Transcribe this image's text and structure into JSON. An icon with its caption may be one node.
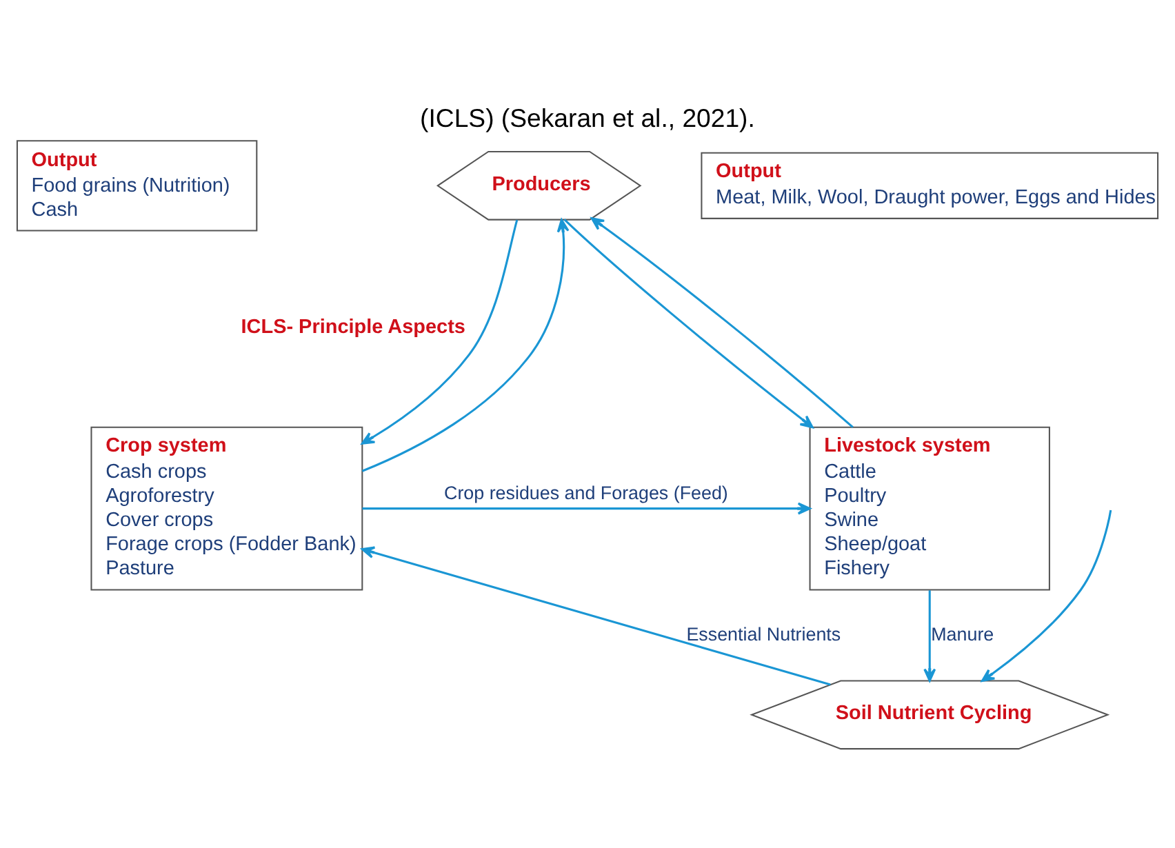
{
  "diagram": {
    "caption": "(ICLS) (Sekaran et al., 2021).",
    "nodes": [
      {
        "text": [
          "Output",
          "Food grains (Nutrition)",
          "Cash"
        ]
      },
      {
        "text": [
          "Producers"
        ]
      },
      {
        "text": [
          "Output",
          "Meat, Milk, Wool, Draught power, Eggs and Hides"
        ]
      },
      {
        "text": [
          "Crop system",
          "Cash crops",
          "Agroforestry",
          "Cover crops",
          "Forage crops (Fodder Bank)",
          "Pasture"
        ]
      },
      {
        "text": [
          "Livestock system",
          "Cattle",
          "Poultry",
          "Swine",
          "Sheep/goat",
          "Fishery"
        ]
      },
      {
        "text": [
          "Soil Nutrient Cycling"
        ]
      }
    ],
    "edges": [
      {
        "from": 3,
        "to": 1,
        "arrow": "to"
      },
      {
        "from": 1,
        "to": 3,
        "arrow": "to"
      },
      {
        "from": 4,
        "to": 1,
        "arrow": "to"
      },
      {
        "from": 1,
        "to": 4,
        "arrow": "to"
      },
      {
        "from": 3,
        "to": 4,
        "arrow": "to",
        "label": "Crop residues and Forages (Feed)"
      },
      {
        "from": null,
        "to": 5,
        "arrow": "to"
      },
      {
        "from": 5,
        "to": 3,
        "arrow": "to",
        "label": "Essential Nutrients"
      },
      {
        "from": 4,
        "to": 5,
        "arrow": "to",
        "label": "Manure"
      }
    ],
    "labels": [
      "ICLS- Principle Aspects"
    ]
  }
}
